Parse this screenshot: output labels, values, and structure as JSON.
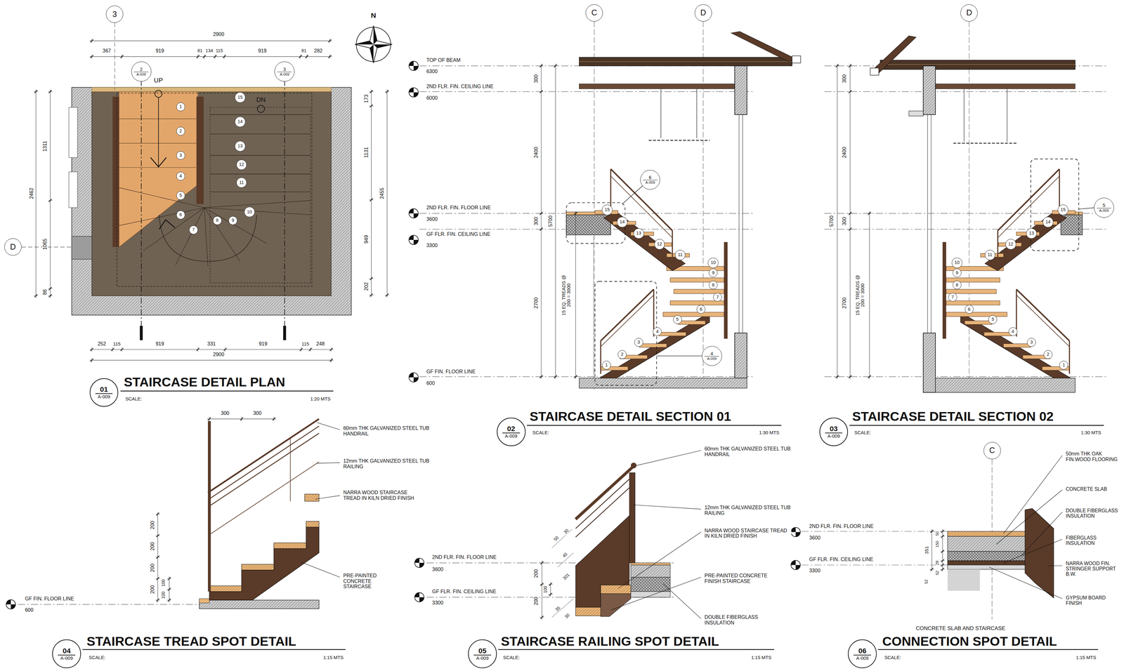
{
  "diagram": {
    "nodes": [
      {
        "text": [
          "3"
        ]
      },
      {
        "text": [
          "2",
          "A-009"
        ]
      },
      {
        "text": [
          "3",
          "A-009"
        ]
      },
      {
        "text": [
          "D"
        ]
      },
      {
        "text": [
          "1"
        ]
      },
      {
        "text": [
          "2"
        ]
      },
      {
        "text": [
          "3"
        ]
      },
      {
        "text": [
          "4"
        ]
      },
      {
        "text": [
          "5"
        ]
      },
      {
        "text": [
          "6"
        ]
      },
      {
        "text": [
          "7"
        ]
      },
      {
        "text": [
          "8"
        ]
      },
      {
        "text": [
          "9"
        ]
      },
      {
        "text": [
          "10"
        ]
      },
      {
        "text": [
          "11"
        ]
      },
      {
        "text": [
          "12"
        ]
      },
      {
        "text": [
          "13"
        ]
      },
      {
        "text": [
          "14"
        ]
      },
      {
        "text": [
          "15"
        ]
      },
      {
        "text": [
          "01",
          "A-009"
        ]
      },
      {
        "text": [
          "C"
        ]
      },
      {
        "text": [
          "D"
        ]
      },
      {
        "text": [
          "6",
          "A-009"
        ]
      },
      {
        "text": [
          "1"
        ]
      },
      {
        "text": [
          "2"
        ]
      },
      {
        "text": [
          "3"
        ]
      },
      {
        "text": [
          "4"
        ]
      },
      {
        "text": [
          "5"
        ]
      },
      {
        "text": [
          "6"
        ]
      },
      {
        "text": [
          "7"
        ]
      },
      {
        "text": [
          "8"
        ]
      },
      {
        "text": [
          "9"
        ]
      },
      {
        "text": [
          "10"
        ]
      },
      {
        "text": [
          "11"
        ]
      },
      {
        "text": [
          "12"
        ]
      },
      {
        "text": [
          "13"
        ]
      },
      {
        "text": [
          "14"
        ]
      },
      {
        "text": [
          "15"
        ]
      },
      {
        "text": [
          "4",
          "A-009"
        ]
      },
      {
        "text": [
          "02",
          "A-009"
        ]
      },
      {
        "text": [
          "D"
        ]
      },
      {
        "text": [
          "1"
        ]
      },
      {
        "text": [
          "2"
        ]
      },
      {
        "text": [
          "3"
        ]
      },
      {
        "text": [
          "4"
        ]
      },
      {
        "text": [
          "5"
        ]
      },
      {
        "text": [
          "6"
        ]
      },
      {
        "text": [
          "7"
        ]
      },
      {
        "text": [
          "8"
        ]
      },
      {
        "text": [
          "9"
        ]
      },
      {
        "text": [
          "10"
        ]
      },
      {
        "text": [
          "11"
        ]
      },
      {
        "text": [
          "12"
        ]
      },
      {
        "text": [
          "13"
        ]
      },
      {
        "text": [
          "14"
        ]
      },
      {
        "text": [
          "15"
        ]
      },
      {
        "text": [
          "5",
          "A-009"
        ]
      },
      {
        "text": [
          "03",
          "A-009"
        ]
      },
      {
        "text": [
          "04",
          "A-009"
        ]
      },
      {
        "text": [
          "05",
          "A-009"
        ]
      },
      {
        "text": [
          "C"
        ]
      },
      {
        "text": [
          "06",
          "A-009"
        ]
      }
    ],
    "labels": [
      "N",
      "2900",
      "367",
      "919",
      "81",
      "134",
      "115",
      "919",
      "81",
      "282",
      "UP",
      "DN",
      "1311",
      "2462",
      "1065",
      "86",
      "173",
      "1131",
      "2455",
      "949",
      "202",
      "252",
      "115",
      "919",
      "331",
      "919",
      "115",
      "248",
      "2900",
      "STAIRCASE DETAIL PLAN",
      "SCALE:",
      "1:20 MTS",
      "TOP OF BEAM",
      "6300",
      "2ND FLR. FIN. CEILING LINE",
      "6000",
      "2ND FLR. FIN. FLOOR LINE",
      "3600",
      "GF FLR. FIN. CEILING LINE",
      "3300",
      "GF FIN. FLOOR LINE",
      "600",
      "300",
      "2400",
      "5700",
      "300",
      "2700",
      "15 EQ. TREADS @ 200 = 3000",
      "STAIRCASE DETAIL SECTION 01",
      "SCALE:",
      "1:30 MTS",
      "300",
      "2400",
      "5700",
      "300",
      "2700",
      "15 EQ. TREADS @ 200 = 3000",
      "STAIRCASE DETAIL SECTION 02",
      "SCALE:",
      "1:30 MTS",
      "300",
      "300",
      "200",
      "200",
      "200",
      "200",
      "100",
      "100",
      "60mm THK GALVANIZED STEEL TUB HANDRAIL",
      "12mm THK GALVANIZED STEEL TUB RAILING",
      "NARRA WOOD STAIRCASE TREAD IN KILN DRIED FINISH",
      "PRE-PAINTED CONCRETE STAIRCASE",
      "GF FIN. FLOOR LINE",
      "600",
      "STAIRCASE TREAD SPOT DETAIL",
      "SCALE:",
      "1:15 MTS",
      "2ND FLR. FIN. FLOOR LINE",
      "3600",
      "GF FLR. FIN. CEILING LINE",
      "3300",
      "200",
      "100",
      "200",
      "50",
      "30",
      "40",
      "301",
      "35",
      "30",
      "60mm THK GALVANIZED STEEL TUB HANDRAIL",
      "12mm THK GALVANIZED STEEL TUB RAILING",
      "NARRA WOOD STAIRCASE TREAD IN KILN DRIED FINISH",
      "PRE-PAINTED CONCRETE FINISH STAIRCASE",
      "DOUBLE FIBERGLASS INSULATION",
      "STAIRCASE RAILING SPOT DETAIL",
      "SCALE:",
      "1:15 MTS",
      "2ND FLR. FIN. FLOOR LINE",
      "3600",
      "GF FLR. FIN. CEILING LINE",
      "3300",
      "351",
      "50",
      "150",
      "52",
      "29",
      "52",
      "50mm THK OAK FIN.WOOD FLOORING",
      "CONCRETE SLAB",
      "DOUBLE FIBERGLASS INSULATION",
      "FIBERGLASS INSULATION",
      "NARRA WOOD FIN. STRINGER SUPPORT B.W.",
      "GYPSUM BOARD FINISH",
      "CONCRETE SLAB AND STAIRCASE",
      "CONNECTION SPOT DETAIL",
      "SCALE:",
      "1:15 MTS"
    ]
  }
}
